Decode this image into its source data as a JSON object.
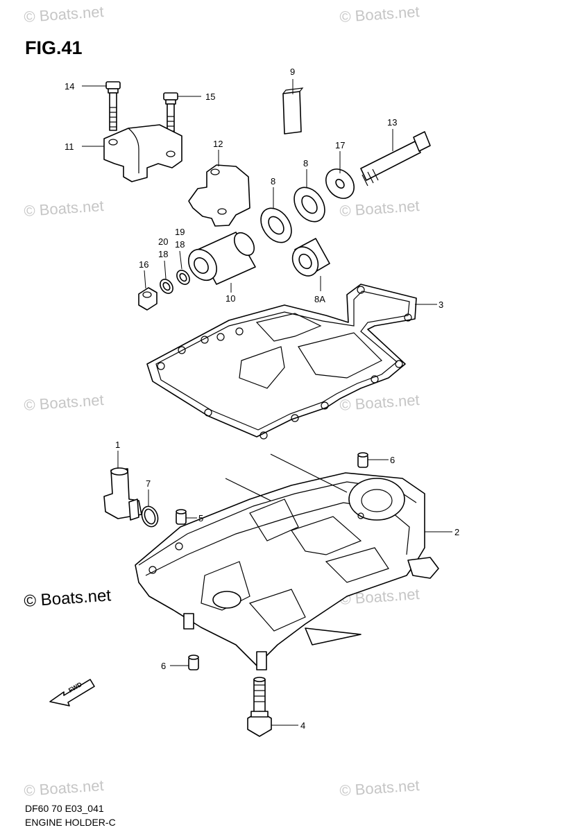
{
  "figure": {
    "title": "FIG.41"
  },
  "footer": {
    "code": "DF60 70 E03_041",
    "name": "ENGINE HOLDER-C"
  },
  "watermark": {
    "text": "© Boats.net",
    "highlight_text": "© Boats.net"
  },
  "direction_marker": {
    "text": "FWD"
  },
  "callouts": {
    "c1": "1",
    "c2": "2",
    "c3": "3",
    "c4": "4",
    "c5": "5",
    "c6a": "6",
    "c6b": "6",
    "c7": "7",
    "c8a": "8",
    "c8b": "8",
    "c8A": "8A",
    "c9": "9",
    "c10": "10",
    "c11": "11",
    "c12": "12",
    "c13": "13",
    "c14": "14",
    "c15": "15",
    "c16": "16",
    "c17": "17",
    "c18a": "18",
    "c18b": "18",
    "c19": "19",
    "c20": "20"
  },
  "colors": {
    "line": "#000000",
    "watermark": "#c6c6c6",
    "background": "#ffffff"
  }
}
